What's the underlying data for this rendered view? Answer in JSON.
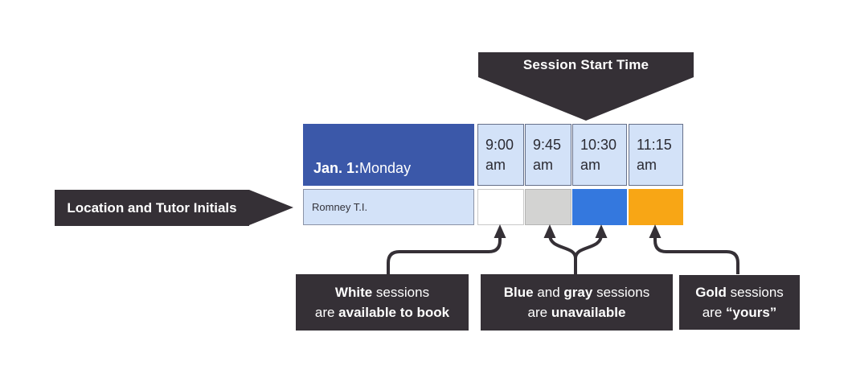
{
  "colors": {
    "dark": "#353036",
    "header_blue": "#3b58a9",
    "light_blue": "#d3e2f8",
    "cell_white": "#ffffff",
    "cell_gray": "#d3d3d2",
    "cell_blue": "#3478de",
    "cell_gold": "#f8a615"
  },
  "banner": {
    "label": "Session Start Time"
  },
  "left_callout": {
    "label": "Location and Tutor Initials"
  },
  "table": {
    "date_header": [
      {
        "t": "Jan. 1:",
        "b": true
      },
      {
        "t": " Monday",
        "b": false
      }
    ],
    "times": [
      {
        "hour": "9:00",
        "meridiem": "am"
      },
      {
        "hour": "9:45",
        "meridiem": "am"
      },
      {
        "hour": "10:30",
        "meridiem": "am"
      },
      {
        "hour": "11:15",
        "meridiem": "am"
      }
    ],
    "row": {
      "location": "Romney T.I.",
      "cells": [
        {
          "name": "white",
          "color": "#ffffff"
        },
        {
          "name": "gray",
          "color": "#d3d3d2"
        },
        {
          "name": "blue",
          "color": "#3478de"
        },
        {
          "name": "gold",
          "color": "#f8a615"
        }
      ]
    }
  },
  "callouts": [
    {
      "line1": [
        {
          "t": "White",
          "b": true
        },
        {
          "t": " sessions",
          "b": false
        }
      ],
      "line2": [
        {
          "t": "are ",
          "b": false
        },
        {
          "t": "available to book",
          "b": true
        }
      ]
    },
    {
      "line1": [
        {
          "t": "Blue",
          "b": true
        },
        {
          "t": " and ",
          "b": false
        },
        {
          "t": "gray",
          "b": true
        },
        {
          "t": " sessions",
          "b": false
        }
      ],
      "line2": [
        {
          "t": "are ",
          "b": false
        },
        {
          "t": "unavailable",
          "b": true
        }
      ]
    },
    {
      "line1": [
        {
          "t": "Gold",
          "b": true
        },
        {
          "t": " sessions",
          "b": false
        }
      ],
      "line2": [
        {
          "t": "are ",
          "b": false
        },
        {
          "t": "“yours”",
          "b": true
        }
      ]
    }
  ]
}
